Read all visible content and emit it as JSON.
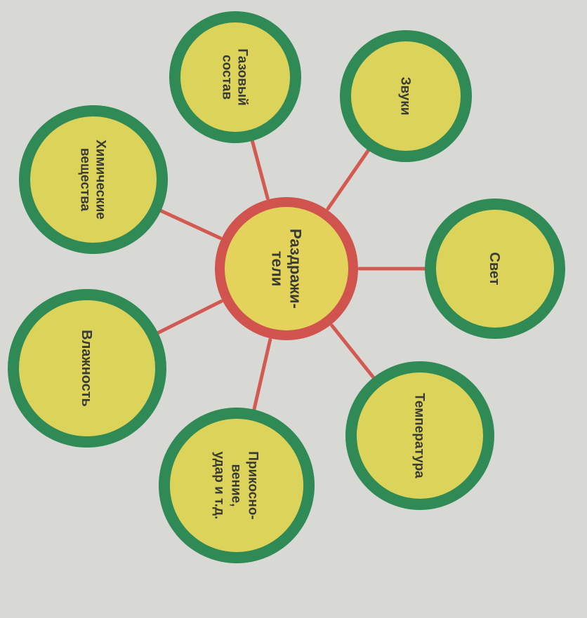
{
  "colors": {
    "page": "#d8d9d4",
    "ring_outer": "#2f8a56",
    "ring_fill": "#dcd45a",
    "center_ring": "#d0534e",
    "center_fill": "#e3d35b",
    "connector": "#d25a52",
    "text": "#3a3a34"
  },
  "diagram": {
    "center": {
      "lines": [
        "Раздражи-",
        "тели"
      ]
    },
    "nodes": [
      {
        "id": "gas",
        "lines": [
          "Газовый",
          "состав"
        ]
      },
      {
        "id": "sounds",
        "lines": [
          "Звуки"
        ]
      },
      {
        "id": "light",
        "lines": [
          "Свет"
        ]
      },
      {
        "id": "temperature",
        "lines": [
          "Температура"
        ]
      },
      {
        "id": "touch",
        "lines": [
          "Прикосно-",
          "вение,",
          "удар и т.д."
        ]
      },
      {
        "id": "humidity",
        "lines": [
          "Влажность"
        ]
      },
      {
        "id": "chemicals",
        "lines": [
          "Химические",
          "вещества"
        ]
      }
    ]
  }
}
